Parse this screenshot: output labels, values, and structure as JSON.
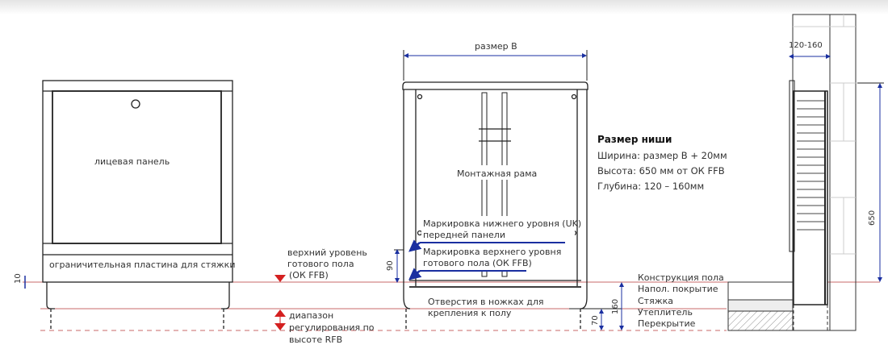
{
  "colors": {
    "line": "#222222",
    "red": "#d42020",
    "floor_line": "#c86a6a",
    "blue": "#1a2fa0"
  },
  "left_view": {
    "front_panel": "лицевая панель",
    "screed_plate": "ограничительная пластина для стяжки",
    "dim_10": "10"
  },
  "levels": {
    "ffb_line1": "верхний уровень",
    "ffb_line2": "готового пола",
    "ffb_line3": "(ОК FFB)",
    "rfb_line1": "диапазон",
    "rfb_line2": "регулирования по",
    "rfb_line3": "высоте RFB"
  },
  "middle_view": {
    "size_b": "размер В",
    "mounting_frame": "Монтажная рама",
    "dim_90": "90",
    "uk_line1": "Маркировка нижнего уровня (UK)",
    "uk_line2": "передней панели",
    "ok_line1": "Маркировка верхнего уровня",
    "ok_line2": "готового пола (ОК FFB)",
    "holes_line1": "Отверстия в ножках для",
    "holes_line2": "крепления к полу",
    "dim_70": "70",
    "dim_160": "160"
  },
  "niche": {
    "title": "Размер ниши",
    "width": "Ширина: размер В + 20мм",
    "height": "Высота: 650 мм от ОК FFB",
    "depth": "Глубина: 120 – 160мм"
  },
  "floor": {
    "items": [
      "Конструкция пола",
      "Напол. покрытие",
      "Стяжка",
      "Утеплитель",
      "Перекрытие"
    ]
  },
  "side_view": {
    "dim_depth": "120-160",
    "dim_height": "650"
  }
}
